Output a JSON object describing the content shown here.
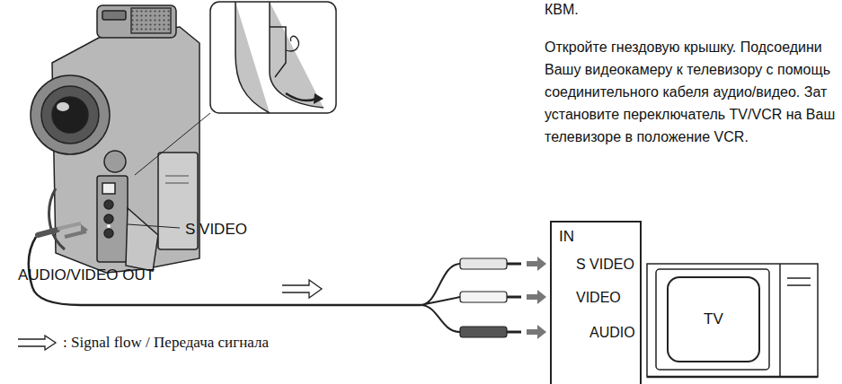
{
  "diagram": {
    "nodes": [
      {
        "text": [
          "IN",
          "S VIDEO",
          "VIDEO",
          "AUDIO"
        ]
      },
      {
        "text": [
          "TV"
        ]
      }
    ],
    "labels": [
      "КВМ.",
      "Откройте гнездовую крышку. Подсоедини Вашу видеокамеру к телевизору с помощь соединительного кабеля аудио/видео. Зат установите переключатель TV/VCR на Ваш телевизоре в положение VCR.",
      "S VIDEO",
      "AUDIO/VIDEO OUT"
    ],
    "legend": [
      {
        "text": ": Signal flow / Передача сигнала"
      }
    ]
  }
}
